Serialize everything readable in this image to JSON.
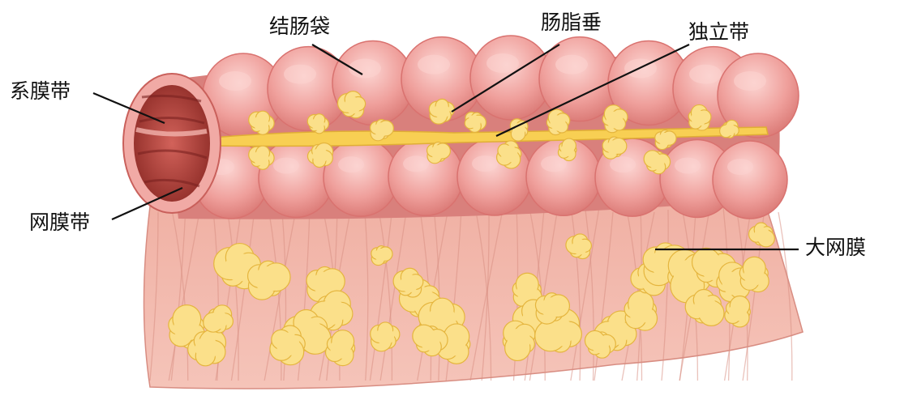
{
  "labels": {
    "colon_sac": "结肠袋",
    "epiploic_appendage": "肠脂垂",
    "free_tenia": "独立带",
    "mesocolic_tenia": "系膜带",
    "omental_tenia": "网膜带",
    "greater_omentum": "大网膜"
  },
  "colors": {
    "sac_fill": "#ee9f9c",
    "sac_shade": "#d9726f",
    "sac_highlight": "#fbd2cf",
    "tenia_fill": "#f8cf53",
    "fat_fill": "#fbe08a",
    "fat_edge": "#e5b53e",
    "omentum_fill": "#f2b6aa",
    "omentum_fiber": "#d98f84",
    "lumen_fill": "#b8453d",
    "lumen_dark": "#8c2a25"
  }
}
